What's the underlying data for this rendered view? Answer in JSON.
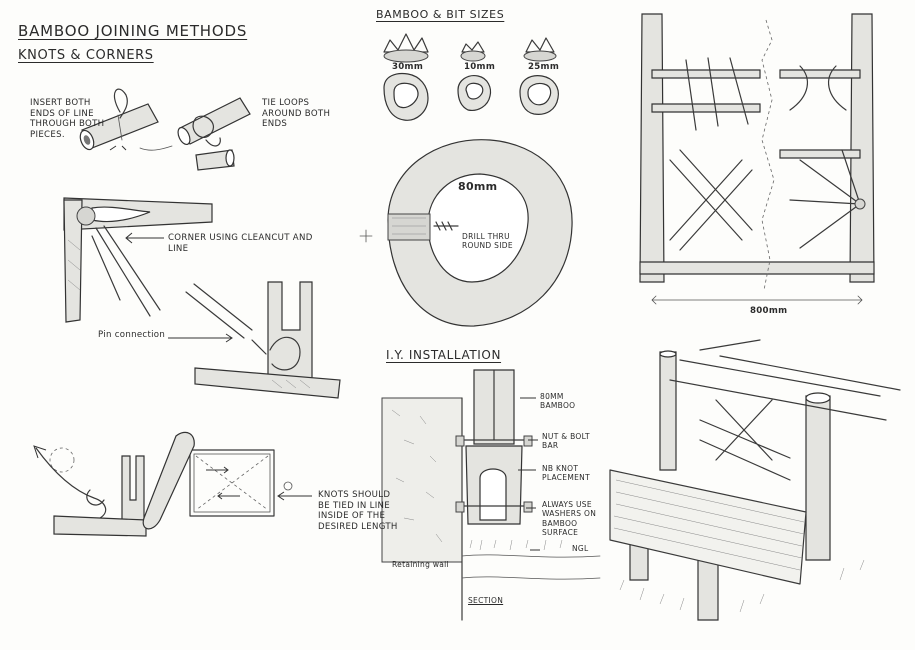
{
  "sheet": {
    "title": "Bamboo Joining Methods",
    "subtitle": "Knots & Corners",
    "bit_sizes": {
      "title": "Bamboo & Bit Sizes",
      "sizes": [
        "30mm",
        "10mm",
        "25mm"
      ]
    },
    "knots": {
      "insert_note": "Insert both ends of line through both pieces.",
      "tie_note": "Tie loops around both ends",
      "corner_note": "Corner using cleancut and line",
      "pin_note": "Pin connection",
      "inline_note": "Knots should be tied in line inside of the desired length"
    },
    "ring_detail": {
      "diameter_label": "80mm",
      "drill_note": "Drill thru round side"
    },
    "installation": {
      "title": "I.Y. Installation",
      "bamboo_label": "80mm bamboo",
      "nut_label": "Nut & bolt bar",
      "knot_label": "NB knot placement",
      "washer_label": "Always use washers on bamboo surface",
      "ngl_label": "NGL",
      "wall_label": "Retaining wall",
      "section_label": "Section"
    },
    "frame": {
      "width_label": "800mm"
    }
  }
}
